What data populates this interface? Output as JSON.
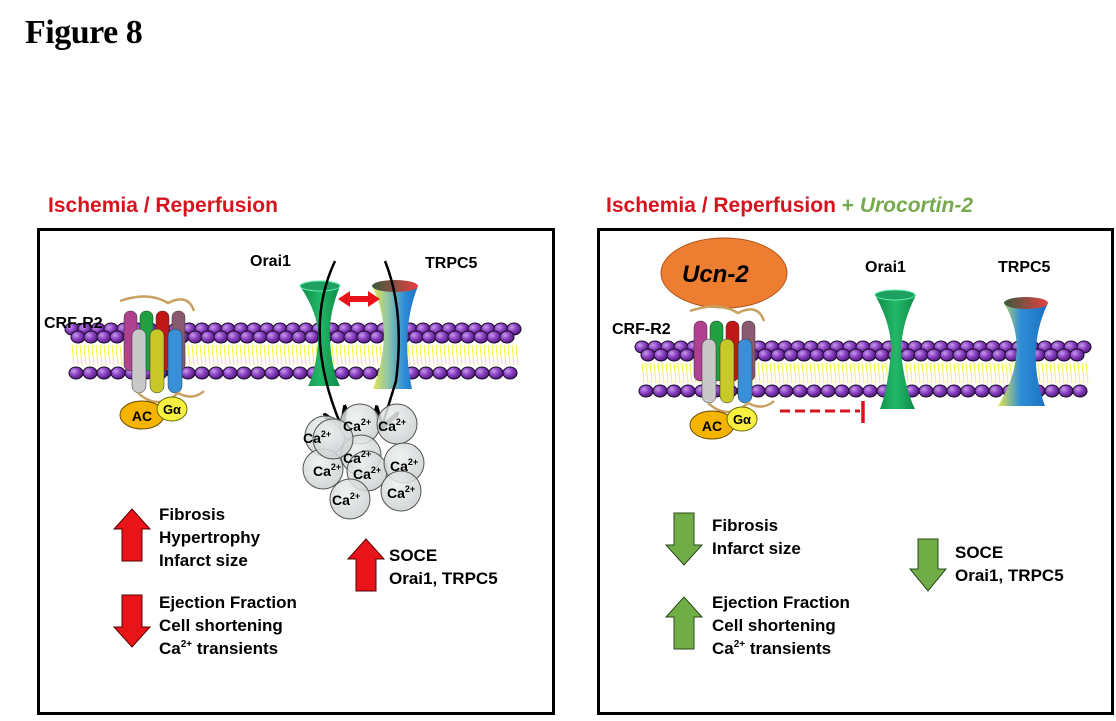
{
  "figure_title": "Figure 8",
  "left_panel": {
    "title": "Ischemia / Reperfusion",
    "receptor_label": "CRF-R2",
    "ac_label": "AC",
    "galpha_label": "Gα",
    "channel1_label": "Orai1",
    "channel2_label": "TRPC5",
    "ion_label": "Ca",
    "ion_charge": "2+",
    "ion_count": 10,
    "up_effects": [
      "Fibrosis",
      "Hypertrophy",
      "Infarct size"
    ],
    "down_effects": [
      "Ejection Fraction",
      "Cell shortening"
    ],
    "down_effect_ca_prefix": "Ca",
    "down_effect_ca_sup": "2+",
    "down_effect_ca_suffix": " transients",
    "soce_direction": "up",
    "soce_lines": [
      "SOCE",
      "Orai1, TRPC5"
    ],
    "colors": {
      "title": "#d7141e",
      "arrow": "#e8141a"
    }
  },
  "right_panel": {
    "title_part1": "Ischemia / Reperfusion",
    "title_plus": " + ",
    "title_part2": "Urocortin-2",
    "ligand_label": "Ucn-2",
    "receptor_label": "CRF-R2",
    "ac_label": "AC",
    "galpha_label": "Gα",
    "channel1_label": "Orai1",
    "channel2_label": "TRPC5",
    "down_effects": [
      "Fibrosis",
      "Infarct size"
    ],
    "up_effects": [
      "Ejection Fraction",
      "Cell shortening"
    ],
    "up_effect_ca_prefix": "Ca",
    "up_effect_ca_sup": "2+",
    "up_effect_ca_suffix": " transients",
    "soce_direction": "down",
    "soce_lines": [
      "SOCE",
      "Orai1, TRPC5"
    ],
    "colors": {
      "title_green": "#77a94d",
      "arrow": "#70ad47",
      "ligand": "#ed7d31",
      "inhibition": "#d7141e"
    }
  }
}
